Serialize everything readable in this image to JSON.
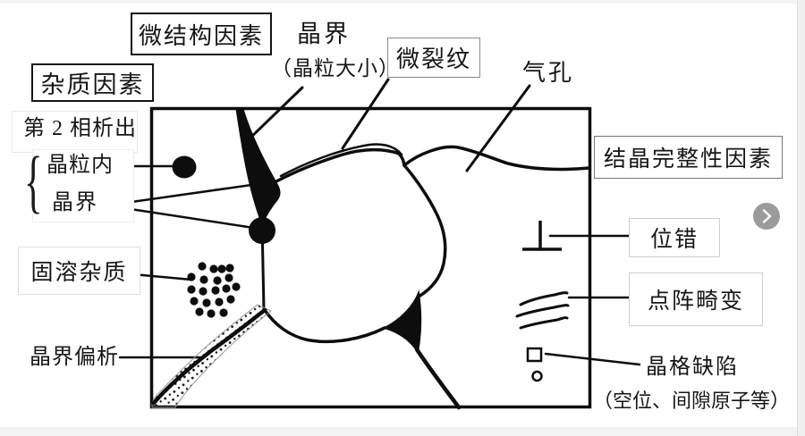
{
  "page": {
    "background": "#f3f3f4",
    "card_background": "#ffffff",
    "ink": "#111111",
    "next_button_color": "#9b9b9b"
  },
  "carousel": {
    "next_icon": "chevron-right"
  },
  "diagram": {
    "boxed_labels": {
      "microstructure": "微结构因素",
      "impurity": "杂质因素",
      "microcrack": "微裂纹",
      "crystal_integrity": "结晶完整性因素",
      "solid_solution": "固溶杂质",
      "dislocation": "位错",
      "lattice_distortion": "点阵畸变"
    },
    "labels": {
      "grain_boundary_top": "晶界",
      "grain_size_note": "（晶粒大小）",
      "pore": "气孔",
      "second_phase_precipitate": "第 2 相析出",
      "within_grain": "晶粒内",
      "at_grain_boundary": "晶界",
      "brace": "{",
      "grain_boundary_segregation": "晶界偏析",
      "lattice_defect": "晶格缺陷",
      "lattice_defect_note": "（空位、间隙原子等）"
    }
  }
}
